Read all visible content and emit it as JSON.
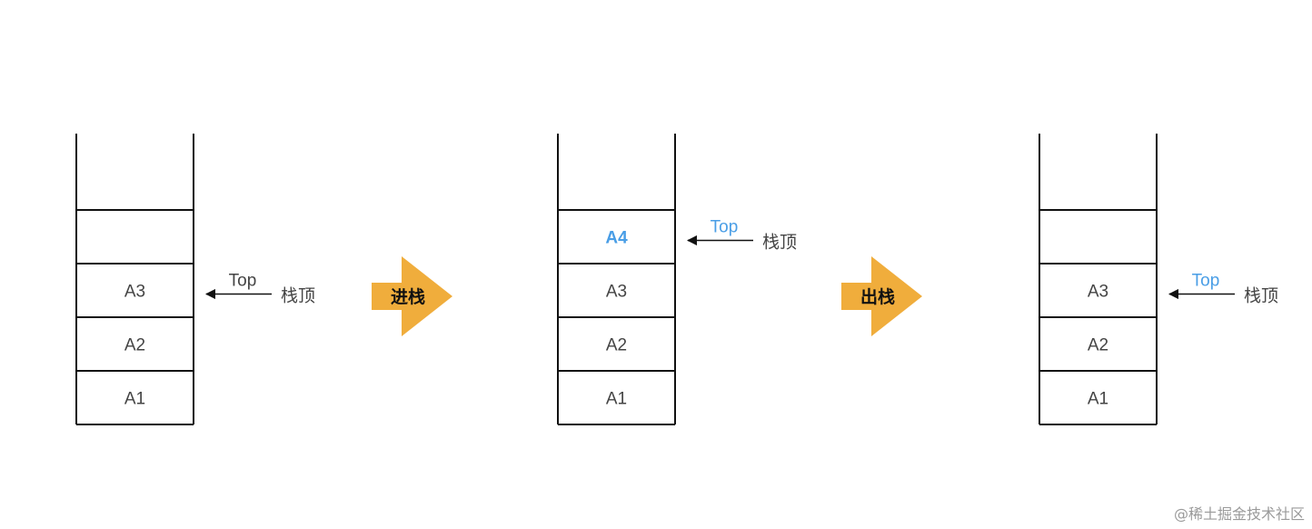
{
  "colors": {
    "stroke": "#111111",
    "label": "#444444",
    "accent": "#4a9ee6",
    "arrow_fill": "#f0ad3c",
    "arrow_text": "#111111"
  },
  "stacks": [
    {
      "cells": [
        "",
        "",
        "A3",
        "A2",
        "A1"
      ],
      "top_index": 2,
      "highlight_index": -1,
      "top_label": "Top",
      "top_label_color": "label",
      "pointer_label": "栈顶"
    },
    {
      "cells": [
        "",
        "A4",
        "A3",
        "A2",
        "A1"
      ],
      "top_index": 1,
      "highlight_index": 1,
      "top_label": "Top",
      "top_label_color": "accent",
      "pointer_label": "栈顶"
    },
    {
      "cells": [
        "",
        "",
        "A3",
        "A2",
        "A1"
      ],
      "top_index": 2,
      "highlight_index": -1,
      "top_label": "Top",
      "top_label_color": "accent",
      "pointer_label": "栈顶"
    }
  ],
  "transitions": [
    {
      "label": "进栈",
      "icon": "arrow-right-icon"
    },
    {
      "label": "出栈",
      "icon": "arrow-right-icon"
    }
  ],
  "watermark": "@稀土掘金技术社区"
}
